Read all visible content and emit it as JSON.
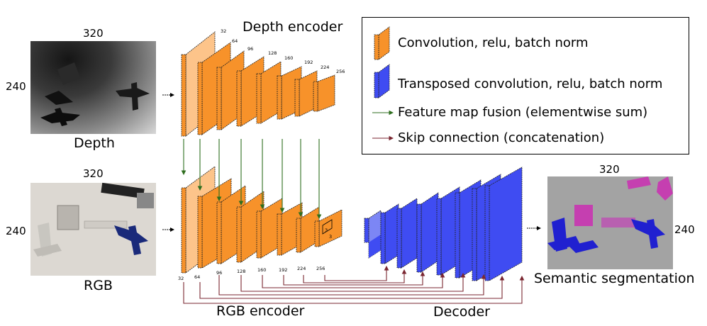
{
  "colors": {
    "conv_face": "#F7922A",
    "conv_side": "#FDC48A",
    "deconv_face": "#3F4CF2",
    "deconv_side": "#7C86F5",
    "fusion_arrow": "#2E6E1E",
    "skip_arrow": "#7A2630"
  },
  "inputs": {
    "depth": {
      "caption": "Depth",
      "width_label": "320",
      "height_label": "240"
    },
    "rgb": {
      "caption": "RGB",
      "width_label": "320",
      "height_label": "240"
    }
  },
  "output": {
    "caption": "Semantic segmentation",
    "width_label": "320",
    "height_label": "240"
  },
  "depth_encoder": {
    "title": "Depth encoder",
    "channels": [
      "32",
      "64",
      "96",
      "128",
      "160",
      "192",
      "224",
      "256"
    ]
  },
  "rgb_encoder": {
    "title": "RGB encoder",
    "channels": [
      "32",
      "64",
      "96",
      "128",
      "160",
      "192",
      "224",
      "256"
    ],
    "kernel_labels": [
      "3",
      "3"
    ]
  },
  "decoder": {
    "title": "Decoder"
  },
  "legend": {
    "items": [
      {
        "label": "Convolution, relu, batch norm",
        "icon": "orange-block-icon"
      },
      {
        "label": "Transposed convolution, relu, batch norm",
        "icon": "blue-block-icon"
      },
      {
        "label": "Feature map fusion (elementwise sum)",
        "icon": "green-arrow-icon"
      },
      {
        "label": "Skip connection (concatenation)",
        "icon": "red-arrow-icon"
      }
    ]
  }
}
